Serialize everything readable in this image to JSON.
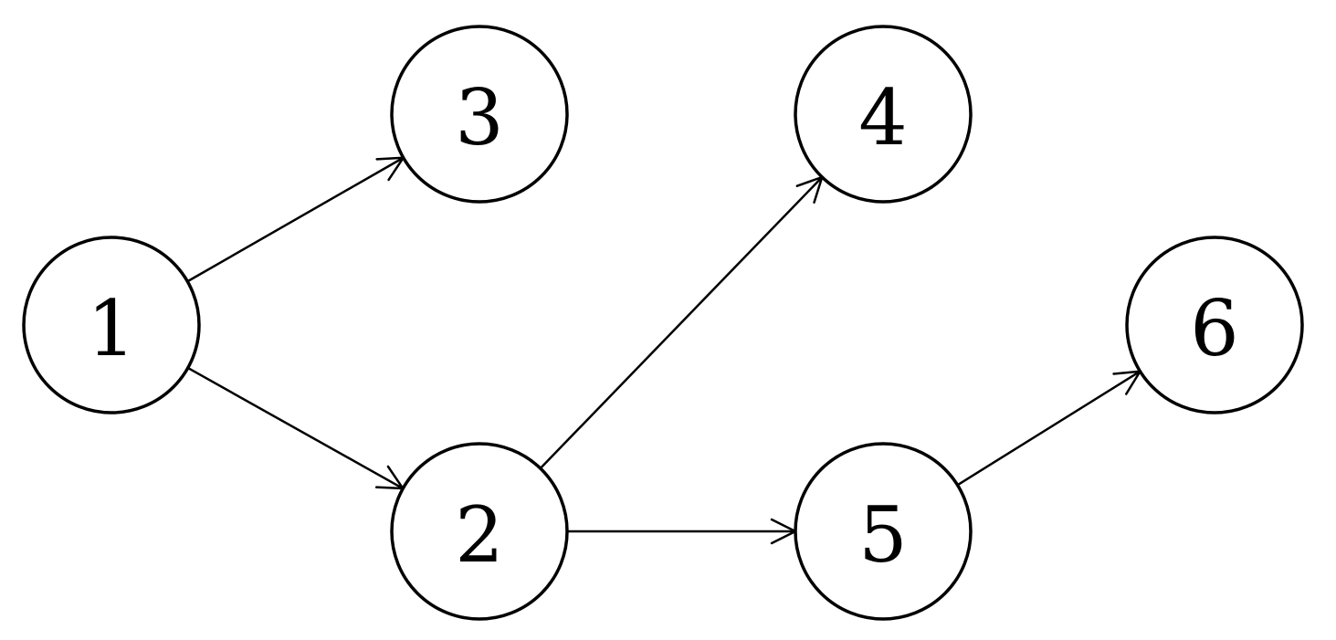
{
  "diagram": {
    "type": "directed-graph",
    "colors": {
      "stroke": "#000000",
      "fill": "#ffffff"
    },
    "nodes": [
      {
        "id": "1",
        "label": "1"
      },
      {
        "id": "2",
        "label": "2"
      },
      {
        "id": "3",
        "label": "3"
      },
      {
        "id": "4",
        "label": "4"
      },
      {
        "id": "5",
        "label": "5"
      },
      {
        "id": "6",
        "label": "6"
      }
    ],
    "edges": [
      {
        "from": "1",
        "to": "3"
      },
      {
        "from": "1",
        "to": "2"
      },
      {
        "from": "2",
        "to": "4"
      },
      {
        "from": "2",
        "to": "5"
      },
      {
        "from": "5",
        "to": "6"
      }
    ]
  }
}
